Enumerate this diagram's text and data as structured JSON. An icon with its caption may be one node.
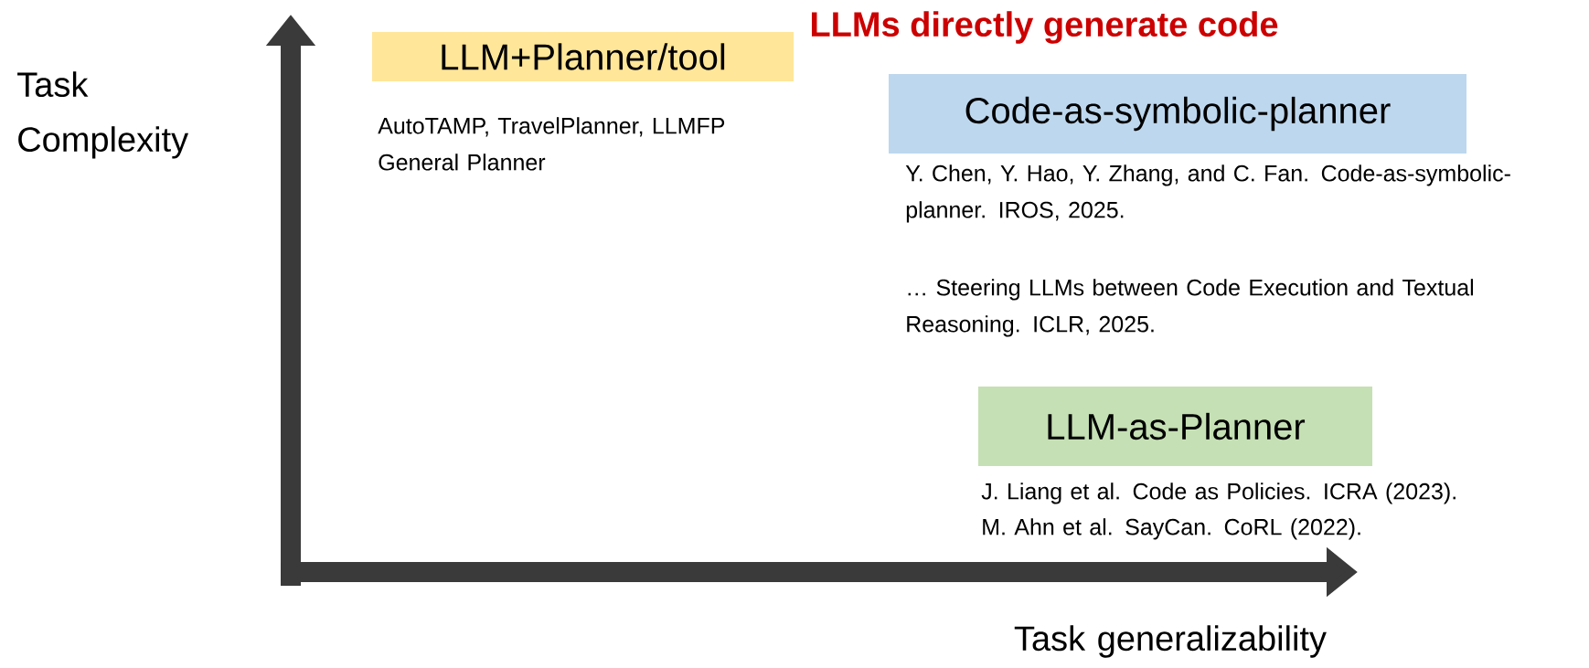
{
  "diagram": {
    "title": "LLMs directly generate code",
    "nodes": [
      {
        "text": [
          "LLM+Planner/tool"
        ],
        "beside": [
          "AutoTAMP, TravelPlanner, LLMFP General Planner"
        ]
      },
      {
        "text": [
          "Code-as-symbolic-planner"
        ],
        "beside": [
          "Y. Chen, Y. Hao, Y. Zhang, and C. Fan. Code-as-symbolic-planner. IROS, 2025.",
          "… Steering LLMs between Code Execution and Textual Reasoning. ICLR, 2025."
        ]
      },
      {
        "text": [
          "LLM-as-Planner"
        ],
        "beside": [
          "J. Liang et al. Code as Policies. ICRA (2023).",
          "M. Ahn et al. SayCan. CoRL (2022)."
        ]
      }
    ],
    "labels": [
      "Task Complexity",
      "Task generalizability"
    ]
  }
}
